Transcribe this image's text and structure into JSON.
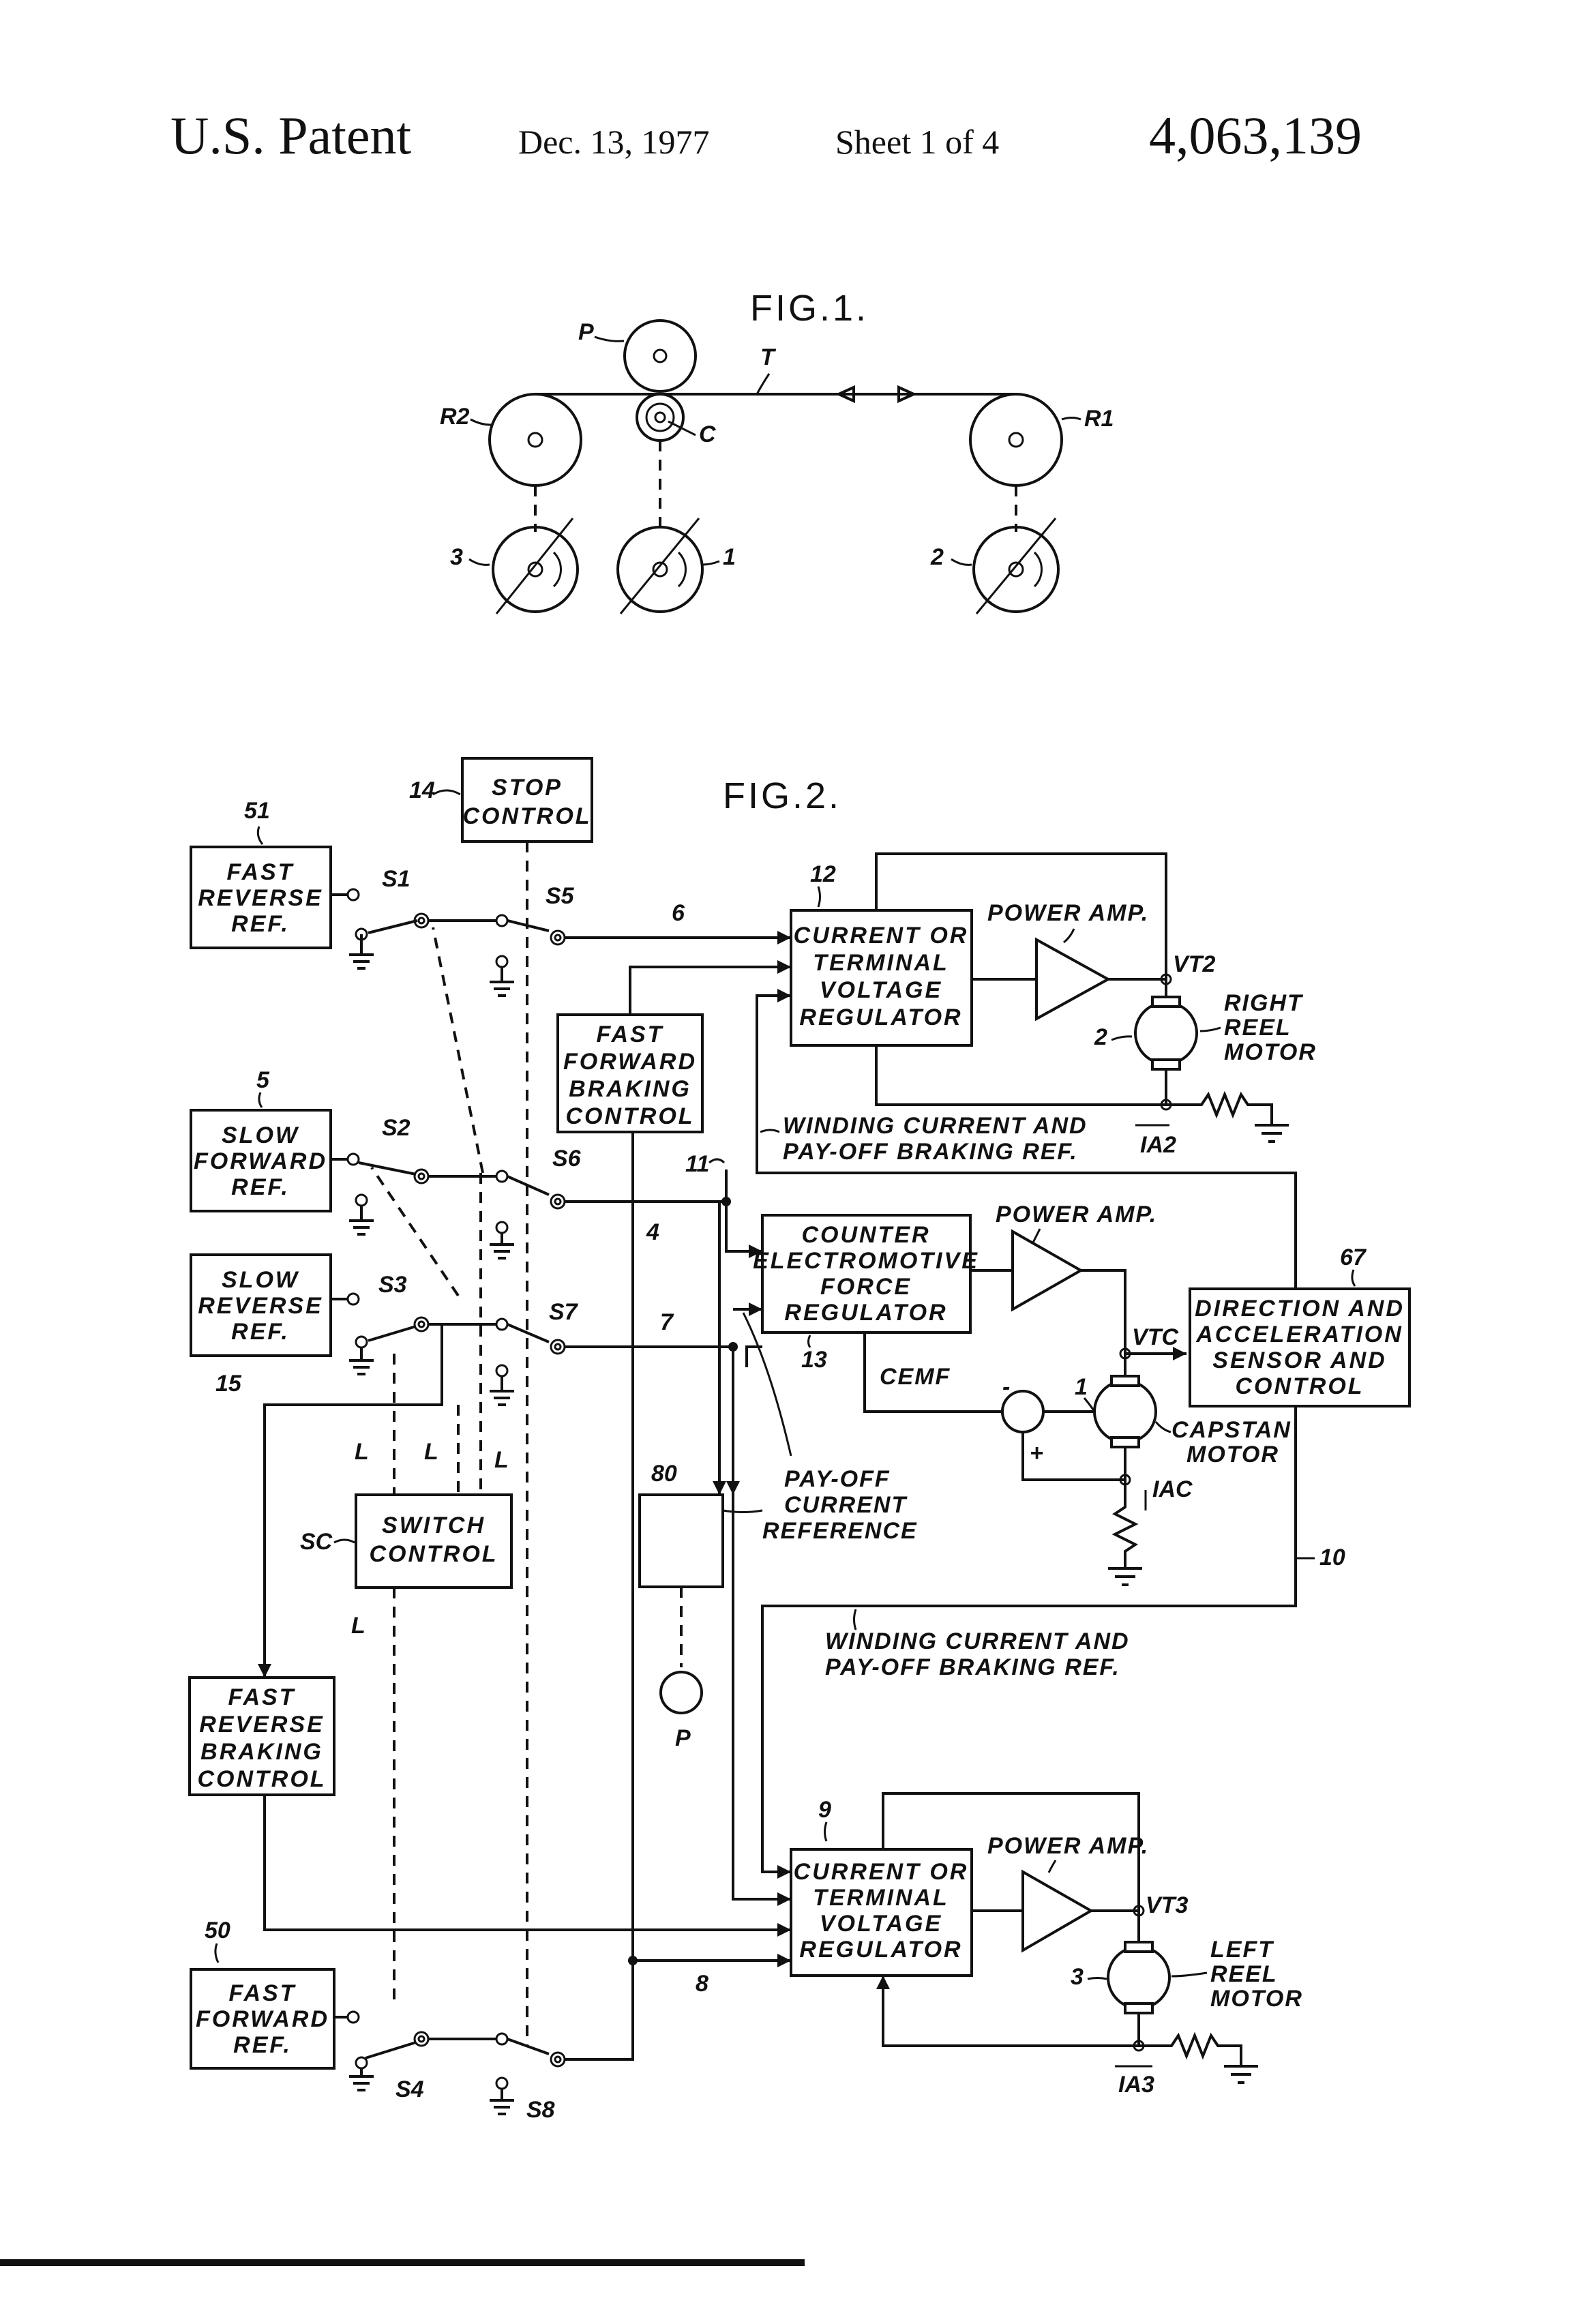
{
  "header": {
    "patent": "U.S. Patent",
    "date": "Dec. 13, 1977",
    "sheet": "Sheet 1 of 4",
    "number": "4,063,139"
  },
  "fig1": {
    "title": "FIG.1.",
    "labels": {
      "p": "P",
      "t": "T",
      "c": "C",
      "r1": "R1",
      "r2": "R2",
      "m1": "1",
      "m2": "2",
      "m3": "3"
    }
  },
  "fig2": {
    "title": "FIG.2.",
    "blocks": {
      "stop": [
        "STOP",
        "CONTROL"
      ],
      "fast_reverse_ref": [
        "FAST",
        "REVERSE",
        "REF."
      ],
      "slow_forward_ref": [
        "SLOW",
        "FORWARD",
        "REF."
      ],
      "slow_reverse_ref": [
        "SLOW",
        "REVERSE",
        "REF."
      ],
      "fast_forward_braking": [
        "FAST",
        "FORWARD",
        "BRAKING",
        "CONTROL"
      ],
      "reg_right": [
        "CURRENT OR",
        "TERMINAL",
        "VOLTAGE",
        "REGULATOR"
      ],
      "cemf_reg": [
        "COUNTER",
        "ELECTROMOTIVE",
        "FORCE",
        "REGULATOR"
      ],
      "direction": [
        "DIRECTION AND",
        "ACCELERATION",
        "SENSOR AND",
        "CONTROL"
      ],
      "switch_control": [
        "SWITCH",
        "CONTROL"
      ],
      "fast_reverse_braking": [
        "FAST",
        "REVERSE",
        "BRAKING",
        "CONTROL"
      ],
      "reg_left": [
        "CURRENT OR",
        "TERMINAL",
        "VOLTAGE",
        "REGULATOR"
      ],
      "fast_forward_ref": [
        "FAST",
        "FORWARD",
        "REF."
      ]
    },
    "labels": {
      "n51": "51",
      "n14": "14",
      "n12": "12",
      "n6": "6",
      "n5": "5",
      "n11": "11",
      "n4": "4",
      "n13": "13",
      "n67": "67",
      "n15": "15",
      "n7": "7",
      "n80": "80",
      "nSC": "SC",
      "n10": "10",
      "n9": "9",
      "n50": "50",
      "n8": "8",
      "n2": "2",
      "n1": "1",
      "n3": "3",
      "s1": "S1",
      "s2": "S2",
      "s3": "S3",
      "s4": "S4",
      "s5": "S5",
      "s6": "S6",
      "s7": "S7",
      "s8": "S8",
      "power_amp_1": "POWER AMP.",
      "power_amp_2": "POWER AMP.",
      "power_amp_3": "POWER AMP.",
      "vt2": "VT2",
      "vtc": "VTC",
      "vt3": "VT3",
      "right_reel_motor": [
        "RIGHT",
        "REEL",
        "MOTOR"
      ],
      "capstan_motor": [
        "CAPSTAN",
        "MOTOR"
      ],
      "left_reel_motor": [
        "LEFT",
        "REEL",
        "MOTOR"
      ],
      "ia2": "IA2",
      "iac": "IAC",
      "ia3": "IA3",
      "winding_ref_1": [
        "WINDING CURRENT AND",
        "PAY-OFF BRAKING REF."
      ],
      "winding_ref_2": [
        "WINDING CURRENT AND",
        "PAY-OFF BRAKING REF."
      ],
      "cemf": "CEMF",
      "payoff_ref": [
        "PAY-OFF",
        "CURRENT",
        "REFERENCE"
      ],
      "p": "P",
      "minus": "-",
      "plus": "+",
      "L1": "L",
      "L2": "L",
      "L3": "L",
      "L4": "L"
    }
  }
}
